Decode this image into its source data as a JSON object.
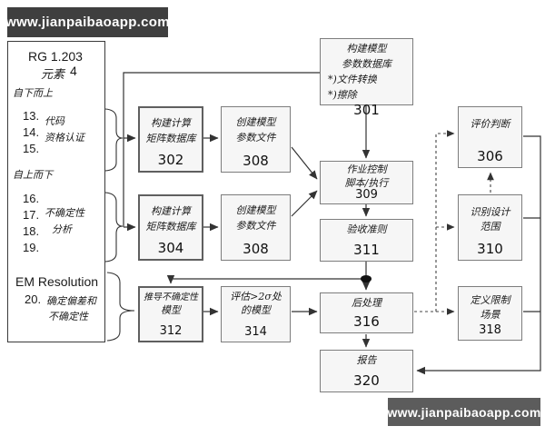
{
  "watermarks": {
    "top": "www.jianpaibaoapp.com",
    "bottom": "www.jianpaibaoapp.com"
  },
  "legend": {
    "title": "RG 1.203",
    "subtitle_label": "元素",
    "subtitle_value": "4",
    "group_bottom_up": "自下而上",
    "group_top_down": "自上而下",
    "group_em": "EM Resolution",
    "items": [
      {
        "num": "13.",
        "label": "代码"
      },
      {
        "num": "14.",
        "label": "资格认证"
      },
      {
        "num": "15.",
        "label": ""
      },
      {
        "num": "16.",
        "label": ""
      },
      {
        "num": "17.",
        "label": "不确定性"
      },
      {
        "num": "18.",
        "label": "分析"
      },
      {
        "num": "19.",
        "label": ""
      },
      {
        "num": "20.",
        "label": "确定偏差和",
        "label2": "不确定性"
      }
    ]
  },
  "boxes": {
    "b301": {
      "lines": [
        "构建模型",
        "参数数据库",
        "*)文件转换",
        "*)擦除"
      ],
      "num": "301"
    },
    "b302": {
      "lines": [
        "构建计算",
        "矩阵数据库"
      ],
      "num": "302"
    },
    "b308a": {
      "lines": [
        "创建模型",
        "参数文件"
      ],
      "num": "308"
    },
    "b304": {
      "lines": [
        "构建计算",
        "矩阵数据库"
      ],
      "num": "304"
    },
    "b308b": {
      "lines": [
        "创建模型",
        "参数文件"
      ],
      "num": "308"
    },
    "b309": {
      "lines": [
        "作业控制",
        "脚本/执行"
      ],
      "num": "309"
    },
    "b311": {
      "lines": [
        "验收准则"
      ],
      "num": "311"
    },
    "b312": {
      "lines": [
        "推导不确定性",
        "模型"
      ],
      "num": "312"
    },
    "b314": {
      "lines": [
        "评估>2σ处",
        "的模型"
      ],
      "num": "314"
    },
    "b316": {
      "lines": [
        "后处理"
      ],
      "num": "316"
    },
    "b320": {
      "lines": [
        "报告"
      ],
      "num": "320"
    },
    "b306": {
      "lines": [
        "评价判断"
      ],
      "num": "306"
    },
    "b310": {
      "lines": [
        "识别设计",
        "范围"
      ],
      "num": "310"
    },
    "b318": {
      "lines": [
        "定义限制",
        "场景"
      ],
      "num": "318"
    }
  },
  "colors": {
    "box_fill": "#f6f6f6",
    "box_border": "#7d7d7d",
    "line": "#333333",
    "watermark_top_bg": "#3f3f3f",
    "watermark_bottom_bg": "#5c5c5c"
  }
}
